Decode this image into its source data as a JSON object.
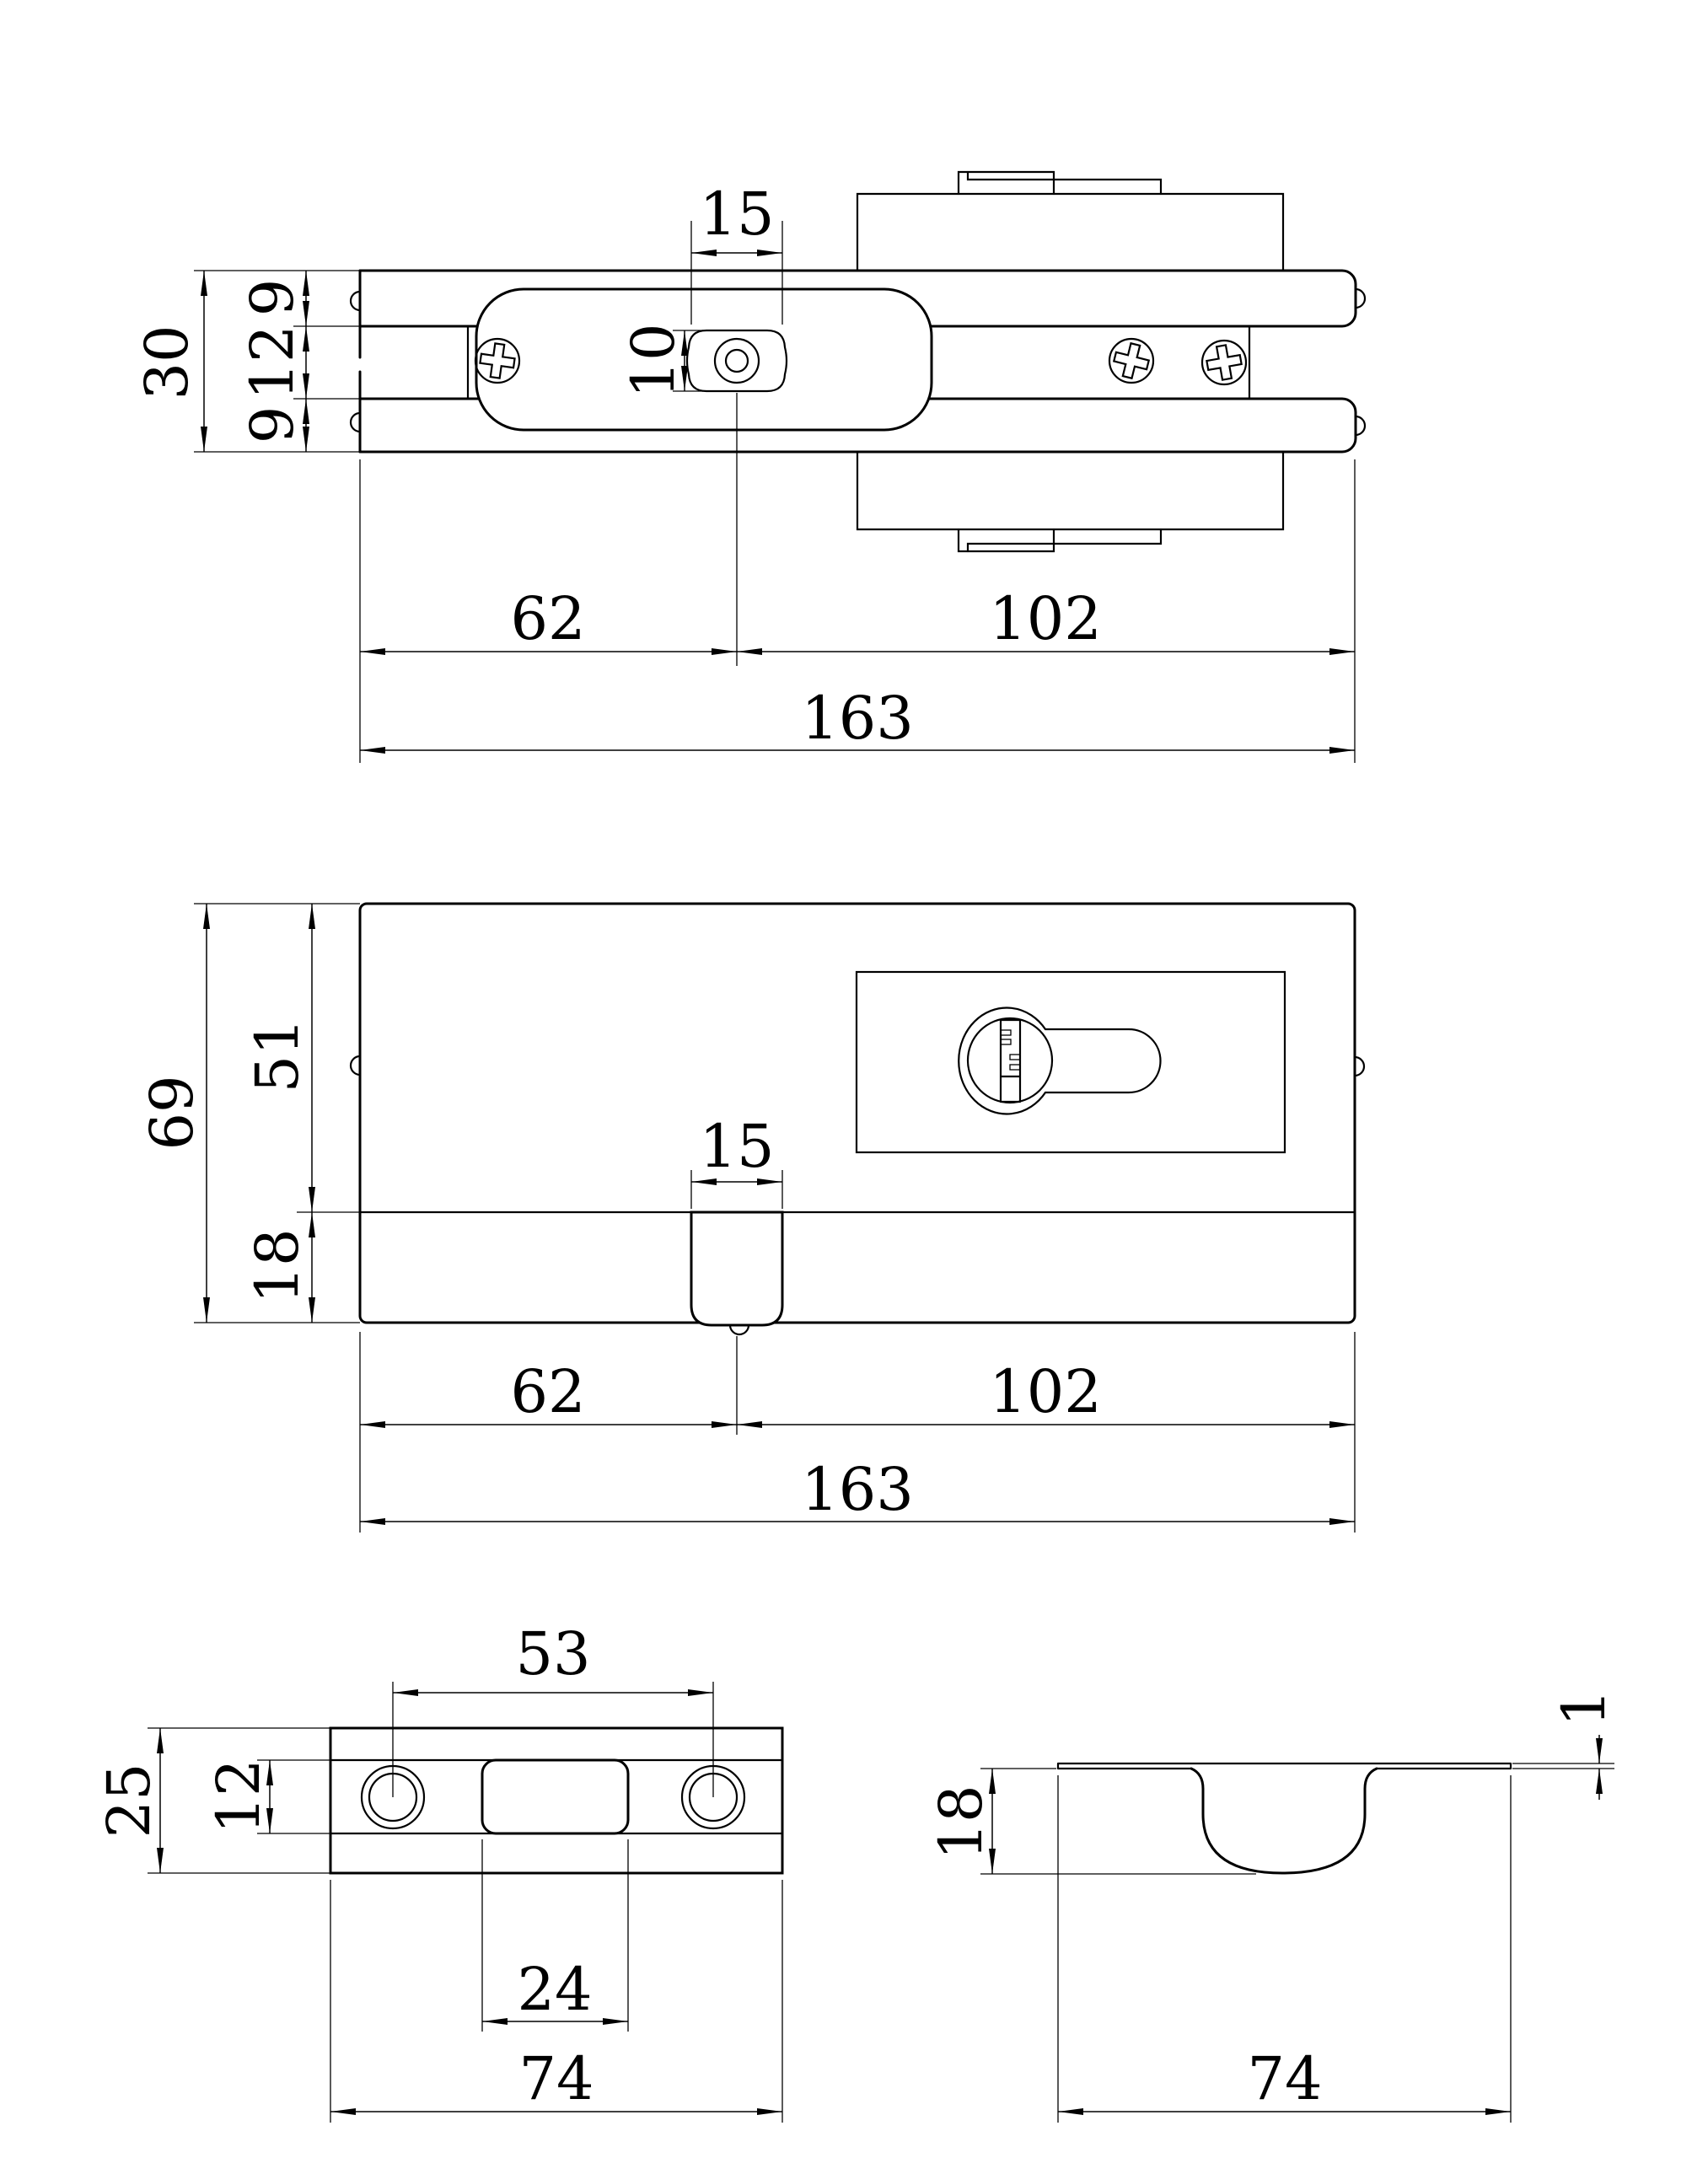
{
  "drawing": {
    "type": "engineering-drawing",
    "subject": "mortise lock with euro cylinder, faceplate and strike plate",
    "line_color": "#000000",
    "background": "#ffffff",
    "views": {
      "top": {
        "name": "top view (plan)",
        "dims": {
          "nut_slot_width": "15",
          "total_height": "30",
          "plate_top": "9",
          "gap": "12",
          "plate_bottom": "9",
          "nut_height": "10",
          "backset": "62",
          "case_length": "102",
          "total_length": "163"
        }
      },
      "front": {
        "name": "front view (elevation)",
        "dims": {
          "total_height": "69",
          "upper_height": "51",
          "lower_height": "18",
          "latch_width": "15",
          "backset": "62",
          "case_length": "102",
          "total_length": "163"
        }
      },
      "strike_front": {
        "name": "strike plate front view",
        "dims": {
          "hole_spacing": "53",
          "plate_height": "25",
          "slot_height": "12",
          "slot_width": "24",
          "plate_width": "74"
        }
      },
      "strike_side": {
        "name": "strike plate side view",
        "dims": {
          "sheet_thickness": "1",
          "dish_depth": "18",
          "plate_width": "74"
        }
      }
    }
  }
}
